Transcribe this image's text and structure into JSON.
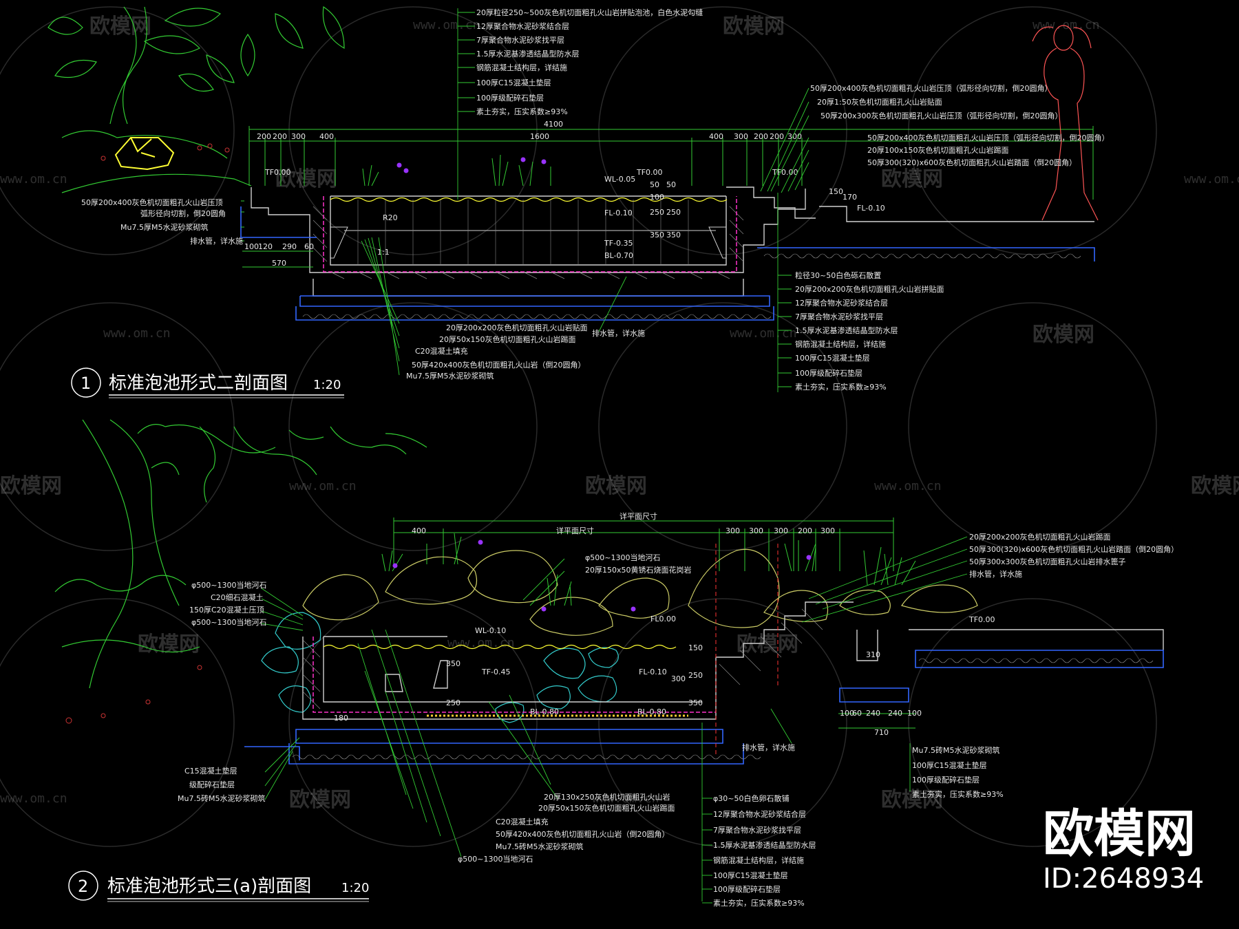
{
  "section1": {
    "number": "1",
    "title": "标准泡池形式二剖面图",
    "scale": "1:20",
    "top_callouts": [
      "20厚粒径250~500灰色机切面粗孔火山岩拼贴泡池，白色水泥勾缝",
      "12厚聚合物水泥砂浆结合层",
      "7厚聚合物水泥砂浆找平层",
      "1.5厚水泥基渗透结晶型防水层",
      "钢筋混凝土结构层，详结施",
      "100厚C15混凝土垫层",
      "100厚级配碎石垫层",
      "素土夯实，压实系数≥93%"
    ],
    "right_callouts": [
      "50厚200x400灰色机切面粗孔火山岩压顶（弧形径向切割，倒20圆角）",
      "20厚1:50灰色机切面粗孔火山岩贴面",
      "50厚200x300灰色机切面粗孔火山岩压顶（弧形径向切割，倒20圆角）",
      "50厚200x400灰色机切面粗孔火山岩压顶（弧形径向切割，倒20圆角）",
      "20厚100x150灰色机切面粗孔火山岩踢面",
      "50厚300(320)x600灰色机切面粗孔火山岩踏面（倒20圆角）"
    ],
    "left_callouts": [
      "50厚200x400灰色机切面粗孔火山岩压顶",
      "弧形径向切割，倒20圆角",
      "Mu7.5厚M5水泥砂浆砌筑",
      "排水管，详水施"
    ],
    "bottom_callouts": [
      "20厚200x200灰色机切面粗孔火山岩贴面",
      "20厚50x150灰色机切面粗孔火山岩踢面",
      "C20混凝土填充",
      "50厚420x400灰色机切面粗孔火山岩（倒20圆角）",
      "Mu7.5厚M5水泥砂浆砌筑"
    ],
    "mid_callout": "排水管，详水施",
    "right_bottom_callouts": [
      "粒径30~50白色砾石散置",
      "20厚200x200灰色机切面粗孔火山岩拼贴面",
      "12厚聚合物水泥砂浆结合层",
      "7厚聚合物水泥砂浆找平层",
      "1.5厚水泥基渗透结晶型防水层",
      "钢筋混凝土结构层，详结施",
      "100厚C15混凝土垫层",
      "100厚级配碎石垫层",
      "素土夯实，压实系数≥93%"
    ],
    "top_dims": [
      "200",
      "200",
      "300",
      "400",
      "1600",
      "400",
      "300",
      "200",
      "200",
      "300"
    ],
    "total_dim": "4100",
    "bottom_dims": [
      "100",
      "120",
      "290",
      "60"
    ],
    "bottom_total": "570",
    "levels": [
      "TF0.00",
      "TF0.00",
      "TF0.00",
      "WL-0.05",
      "FL-0.10",
      "TF-0.35",
      "BL-0.70",
      "FL-0.10"
    ],
    "vert_dims": [
      "50",
      "100",
      "250",
      "350",
      "50",
      "250",
      "350"
    ],
    "small_dims": [
      "R20",
      "1:1",
      "170",
      "150"
    ]
  },
  "section2": {
    "number": "2",
    "title": "标准泡池形式三(a)剖面图",
    "scale": "1:20",
    "top_label": "详平面尺寸",
    "top_dims": [
      "400",
      "详平面尺寸",
      "300",
      "300",
      "300",
      "200",
      "300"
    ],
    "left_callouts": [
      "φ500~1300当地河石",
      "C20细石混凝土",
      "150厚C20混凝土压顶",
      "φ500~1300当地河石"
    ],
    "left_bottom_callouts": [
      "C15混凝土垫层",
      "级配碎石垫层",
      "Mu7.5砖M5水泥砂浆砌筑"
    ],
    "top_mid_callouts": [
      "φ500~1300当地河石",
      "20厚150x50黄锈石烧面花岗岩"
    ],
    "right_top_callouts": [
      "20厚200x200灰色机切面粗孔火山岩踢面",
      "50厚300(320)x600灰色机切面粗孔火山岩踏面（倒20圆角）",
      "50厚300x300灰色机切面粗孔火山岩排水篦子",
      "排水管，详水施"
    ],
    "drain_callout": "排水管，详水施",
    "right_bottom_callouts": [
      "Mu7.5砖M5水泥砂浆砌筑",
      "100厚C15混凝土垫层",
      "100厚级配碎石垫层",
      "素土夯实，压实系数≥93%"
    ],
    "bottom_callouts": [
      "20厚130x250灰色机切面粗孔火山岩",
      "20厚50x150灰色机切面粗孔火山岩踢面",
      "C20混凝土填充",
      "50厚420x400灰色机切面粗孔火山岩（倒20圆角）",
      "Mu7.5砖M5水泥砂浆砌筑",
      "φ500~1300当地河石"
    ],
    "bottom_right_callouts": [
      "φ30~50白色卵石散铺",
      "12厚聚合物水泥砂浆结合层",
      "7厚聚合物水泥砂浆找平层",
      "1.5厚水泥基渗透结晶型防水层",
      "钢筋混凝土结构层，详结施",
      "100厚C15混凝土垫层",
      "100厚级配碎石垫层",
      "素土夯实，压实系数≥93%"
    ],
    "levels": [
      "FL0.00",
      "WL-0.10",
      "TF-0.45",
      "FL-0.10",
      "BL-0.80",
      "BL-0.80",
      "TF0.00"
    ],
    "vert_dims": [
      "350",
      "250",
      "150",
      "250",
      "300",
      "350",
      "310"
    ],
    "bottom_dims": [
      "100",
      "60",
      "240",
      "240",
      "100"
    ],
    "bottom_total": "710",
    "small_dims": [
      "180"
    ]
  },
  "watermarks": {
    "logo": "欧模网",
    "url": "www.om.cn"
  },
  "brand": {
    "name": "欧模网",
    "id": "ID:2648934"
  }
}
